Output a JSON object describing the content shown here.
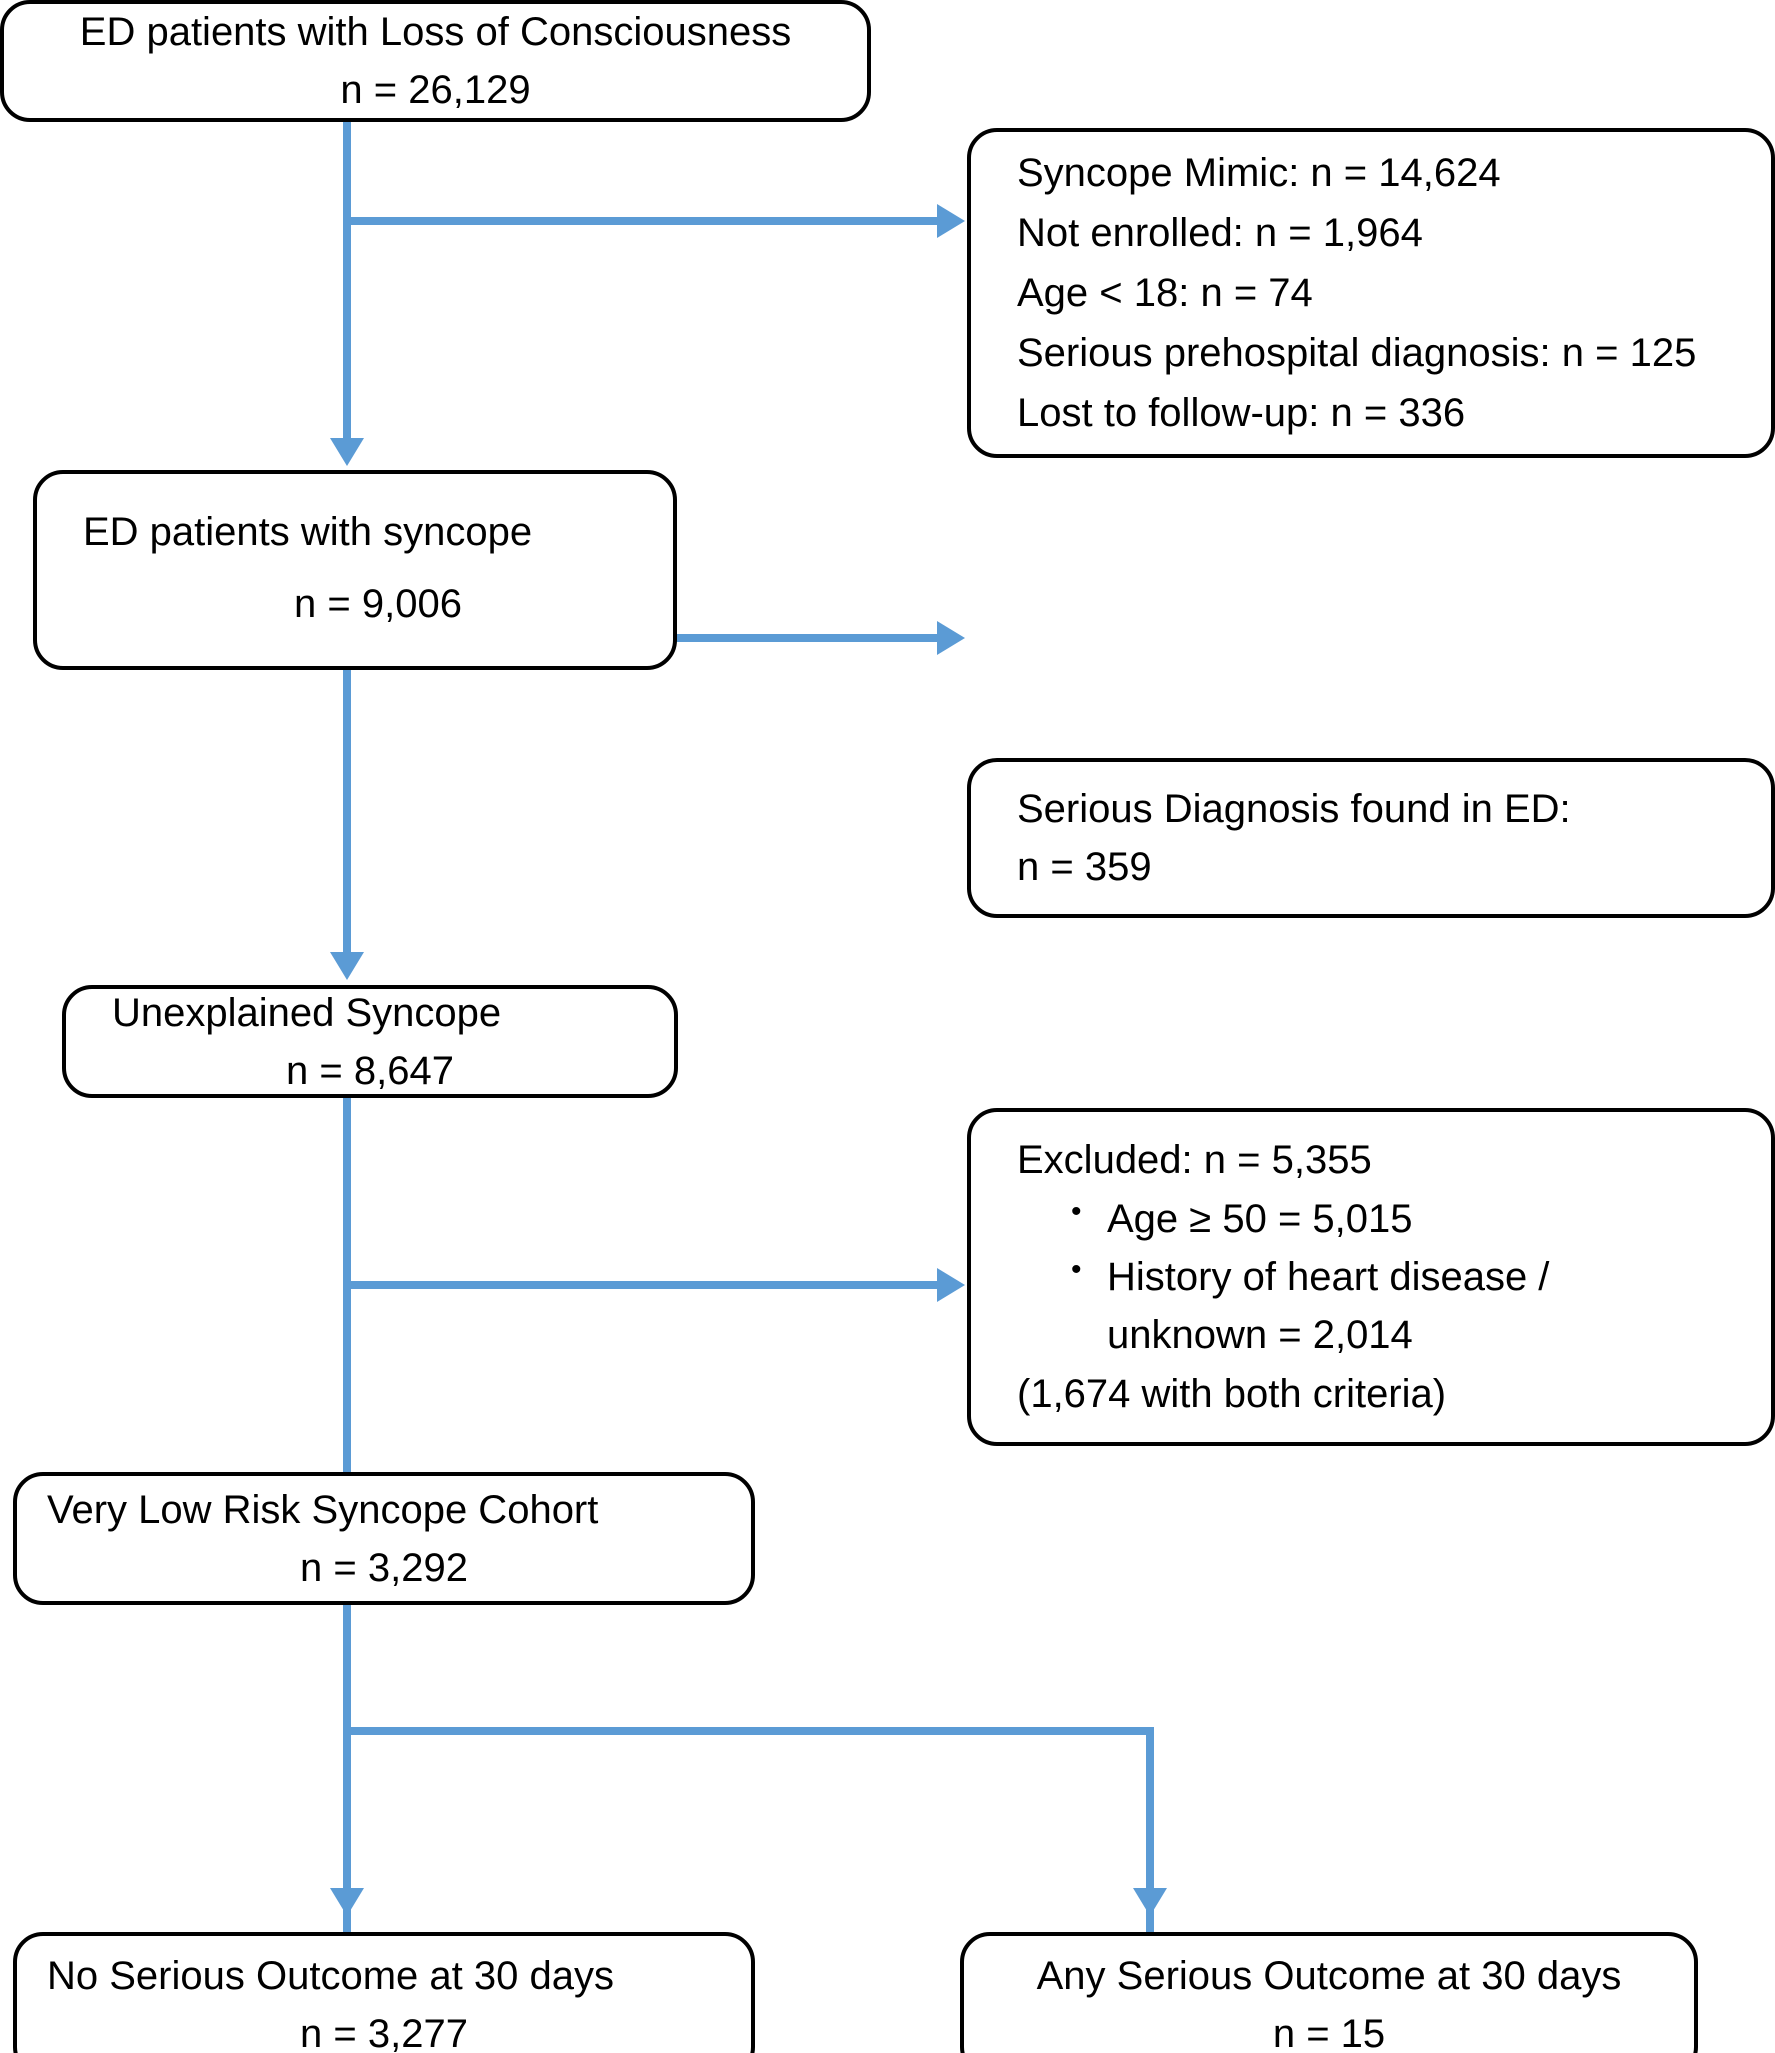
{
  "diagram": {
    "type": "flowchart",
    "title": "Patient enrollment flow diagram",
    "accent_color": "#5B9BD5",
    "border_color": "#000000",
    "background_color": "#FFFFFF"
  },
  "nodes": {
    "ed_loc": {
      "id": "ed-patients-loss-of-consciousness",
      "line1": "ED patients with Loss of Consciousness",
      "line2": "n = 26,129"
    },
    "excluded_top": {
      "id": "initial-exclusions",
      "items": [
        "Syncope Mimic: n = 14,624",
        "Not enrolled: n = 1,964",
        "Age < 18: n = 74",
        "Serious prehospital diagnosis: n = 125",
        "Lost to follow-up: n = 336"
      ]
    },
    "ed_syncope": {
      "id": "ed-patients-with-syncope",
      "line1": "ED patients with syncope",
      "line2": "n = 9,006"
    },
    "serious_dx_ed": {
      "id": "serious-diagnosis-found-in-ed",
      "line1": "Serious Diagnosis found in ED:",
      "line2": "n = 359"
    },
    "unexplained": {
      "id": "unexplained-syncope",
      "line1": "Unexplained Syncope",
      "line2": "n = 8,647"
    },
    "excluded_mid": {
      "id": "excluded-criteria",
      "header": "Excluded: n = 5,355",
      "bullet_glyph": "•",
      "bullets": [
        "Age ≥ 50 = 5,015",
        "History of heart disease /\nunknown = 2,014"
      ],
      "footer": "(1,674 with both criteria)"
    },
    "cohort": {
      "id": "very-low-risk-syncope-cohort",
      "line1": "Very Low Risk Syncope Cohort",
      "line2": "n = 3,292"
    },
    "no_outcome": {
      "id": "no-serious-outcome-30-days",
      "line1": "No Serious Outcome at 30 days",
      "line2": "n = 3,277"
    },
    "any_outcome": {
      "id": "any-serious-outcome-30-days",
      "line1": "Any Serious Outcome at 30 days",
      "line2": "n = 15"
    }
  }
}
